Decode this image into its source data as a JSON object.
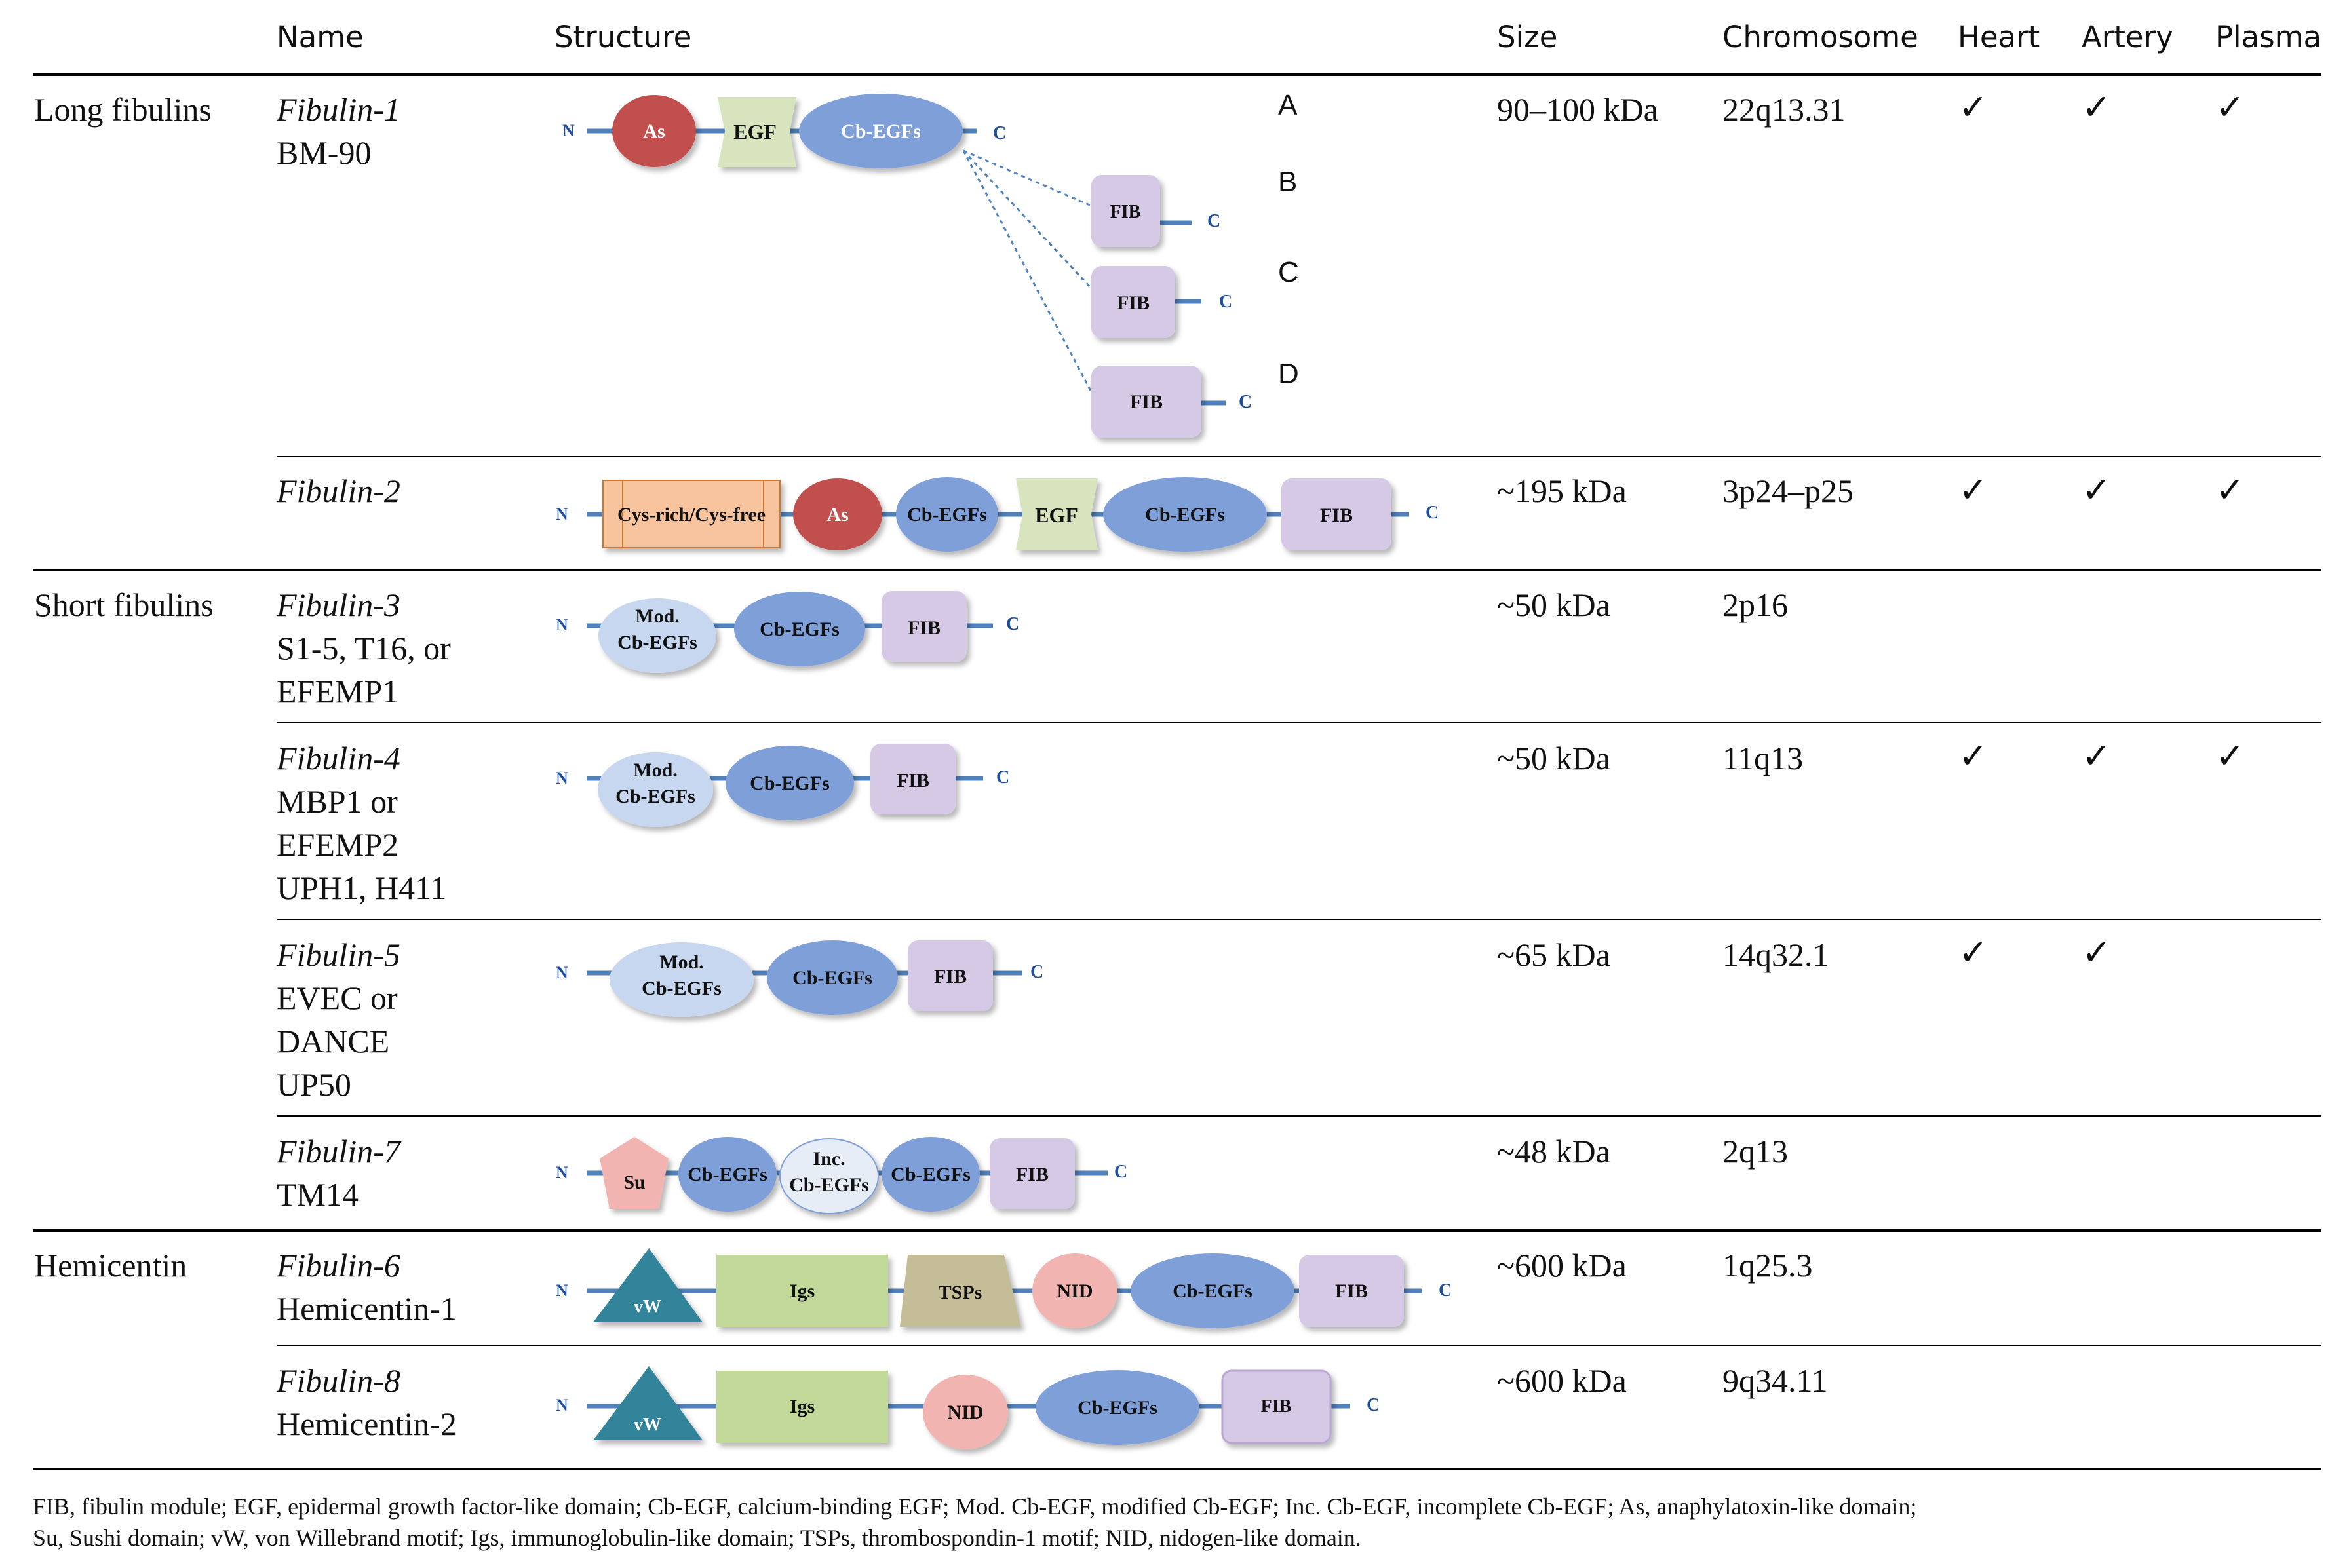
{
  "headers": {
    "name": "Name",
    "structure": "Structure",
    "size": "Size",
    "chromosome": "Chromosome",
    "heart": "Heart",
    "artery": "Artery",
    "plasma": "Plasma"
  },
  "groups": {
    "long": "Long fibulins",
    "short": "Short fibulins",
    "hemi": "Hemicentin"
  },
  "check_mark": "✓",
  "rows": [
    {
      "name": "Fibulin-1",
      "aliases": [
        "BM-90"
      ],
      "size": "90–100 kDa",
      "chromosome": "22q13.31",
      "heart": true,
      "artery": true,
      "plasma": true
    },
    {
      "name": "Fibulin-2",
      "aliases": [],
      "size": "~195 kDa",
      "chromosome": "3p24–p25",
      "heart": true,
      "artery": true,
      "plasma": true
    },
    {
      "name": "Fibulin-3",
      "aliases": [
        "S1-5, T16, or",
        "EFEMP1"
      ],
      "size": "~50 kDa",
      "chromosome": "2p16",
      "heart": false,
      "artery": false,
      "plasma": false
    },
    {
      "name": "Fibulin-4",
      "aliases": [
        "MBP1 or",
        "EFEMP2",
        "UPH1, H411"
      ],
      "size": "~50 kDa",
      "chromosome": "11q13",
      "heart": true,
      "artery": true,
      "plasma": true
    },
    {
      "name": "Fibulin-5",
      "aliases": [
        "EVEC or",
        "DANCE",
        "UP50"
      ],
      "size": "~65 kDa",
      "chromosome": "14q32.1",
      "heart": true,
      "artery": true,
      "plasma": false
    },
    {
      "name": "Fibulin-7",
      "aliases": [
        "TM14"
      ],
      "size": "~48 kDa",
      "chromosome": "2q13",
      "heart": false,
      "artery": false,
      "plasma": false
    },
    {
      "name": "Fibulin-6",
      "aliases": [
        "Hemicentin-1"
      ],
      "size": "~600 kDa",
      "chromosome": "1q25.3",
      "heart": false,
      "artery": false,
      "plasma": false
    },
    {
      "name": "Fibulin-8",
      "aliases": [
        "Hemicentin-2"
      ],
      "size": "~600 kDa",
      "chromosome": "9q34.11",
      "heart": false,
      "artery": false,
      "plasma": false
    }
  ],
  "structure": {
    "n": "N",
    "c": "C",
    "splice_labels": [
      "A",
      "B",
      "C",
      "D"
    ],
    "domains": {
      "as": "As",
      "egf": "EGF",
      "cb_egf": "Cb-EGF",
      "cb_egfs": "Cb-EGFs",
      "fib": "FIB",
      "cys": "Cys-rich/Cys-free",
      "mod": "Mod.",
      "inc": "Inc.",
      "su": "Su",
      "vw": "vW",
      "igs": "Igs",
      "tsps": "TSPs",
      "nid": "NID"
    }
  },
  "colors": {
    "blue": "#7f9fd9",
    "light_blue": "#c8d7f0",
    "red": "#c0504d",
    "pink": "#f2b4b0",
    "lavender": "#d6c9e6",
    "green": "#d7e4bd",
    "lime": "#c3d99a",
    "orange": "#f7c49e",
    "teal": "#31849b",
    "tan": "#c4bd97",
    "line": "#4f81bd"
  },
  "footnote": [
    "FIB, fibulin module; EGF, epidermal growth factor-like domain; Cb-EGF, calcium-binding EGF; Mod. Cb-EGF, modified Cb-EGF; Inc. Cb-EGF, incomplete Cb-EGF; As, anaphylatoxin-like domain;",
    "Su, Sushi domain; vW, von Willebrand motif; Igs, immunoglobulin-like domain; TSPs, thrombospondin-1 motif; NID, nidogen-like domain."
  ]
}
